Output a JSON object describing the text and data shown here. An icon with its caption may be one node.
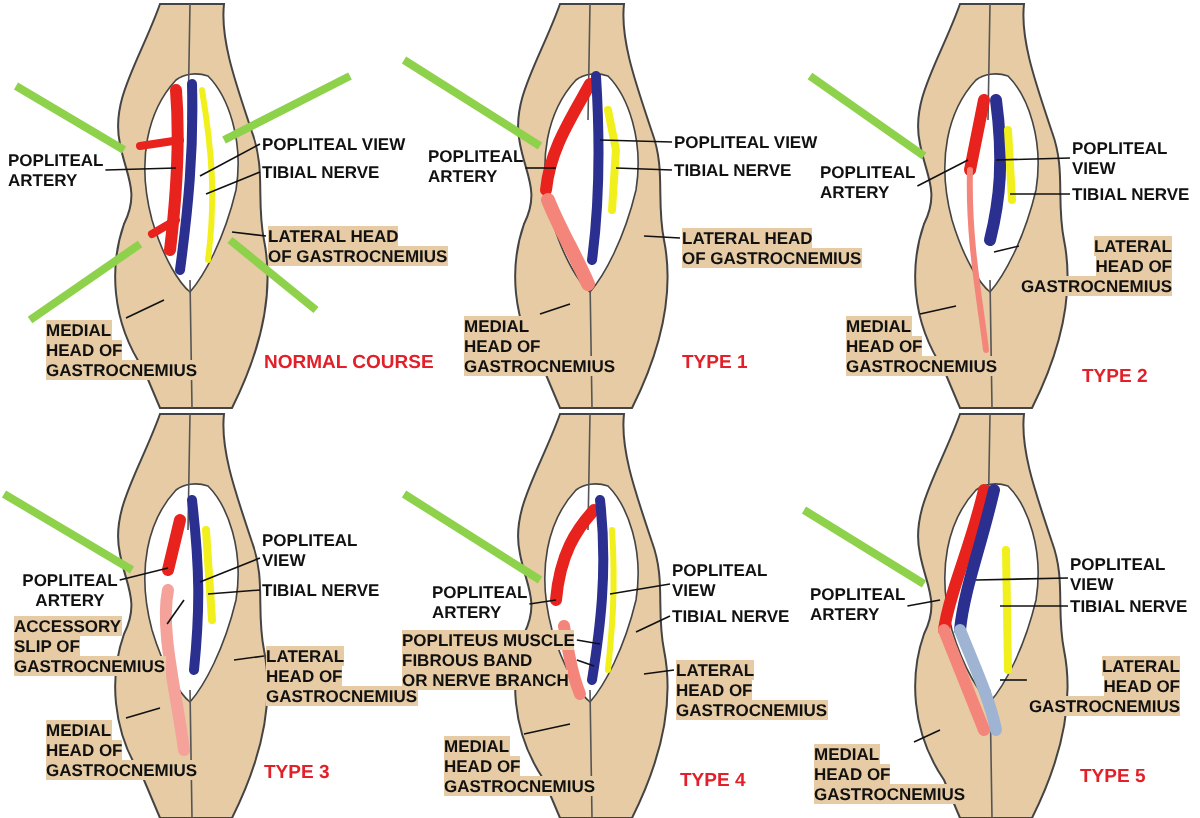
{
  "diagram": {
    "nodes": [
      {
        "text": [
          "POPLITEAL ARTERY"
        ]
      },
      {
        "text": [
          "POPLITEAL VIEW"
        ]
      },
      {
        "text": [
          "TIBIAL NERVE"
        ]
      },
      {
        "text": [
          "LATERAL HEAD OF GASTROCNEMIUS"
        ]
      },
      {
        "text": [
          "MEDIAL HEAD OF GASTROCNEMIUS"
        ]
      },
      {
        "text": [
          "POPLITEAL ARTERY"
        ]
      },
      {
        "text": [
          "POPLITEAL VIEW"
        ]
      },
      {
        "text": [
          "TIBIAL NERVE"
        ]
      },
      {
        "text": [
          "LATERAL HEAD OF GASTROCNEMIUS"
        ]
      },
      {
        "text": [
          "MEDIAL HEAD OF GASTROCNEMIUS"
        ]
      },
      {
        "text": [
          "POPLITEAL ARTERY"
        ]
      },
      {
        "text": [
          "POPLITEAL VIEW"
        ]
      },
      {
        "text": [
          "TIBIAL NERVE"
        ]
      },
      {
        "text": [
          "LATERAL HEAD OF GASTROCNEMIUS"
        ]
      },
      {
        "text": [
          "MEDIAL HEAD OF GASTROCNEMIUS"
        ]
      },
      {
        "text": [
          "POPLITEAL ARTERY"
        ]
      },
      {
        "text": [
          "ACCESSORY SLIP OF GASTROCNEMIUS"
        ]
      },
      {
        "text": [
          "POPLITEAL VIEW"
        ]
      },
      {
        "text": [
          "TIBIAL NERVE"
        ]
      },
      {
        "text": [
          "LATERAL HEAD OF GASTROCNEMIUS"
        ]
      },
      {
        "text": [
          "MEDIAL HEAD OF GASTROCNEMIUS"
        ]
      },
      {
        "text": [
          "POPLITEAL ARTERY"
        ]
      },
      {
        "text": [
          "POPLITEUS MUSCLE FIBROUS BAND OR NERVE BRANCH"
        ]
      },
      {
        "text": [
          "POPLITEAL VIEW"
        ]
      },
      {
        "text": [
          "TIBIAL NERVE"
        ]
      },
      {
        "text": [
          "LATERAL HEAD OF GASTROCNEMIUS"
        ]
      },
      {
        "text": [
          "MEDIAL HEAD OF GASTROCNEMIUS"
        ]
      },
      {
        "text": [
          "POPLITEAL ARTERY"
        ]
      },
      {
        "text": [
          "POPLITEAL VIEW"
        ]
      },
      {
        "text": [
          "TIBIAL NERVE"
        ]
      },
      {
        "text": [
          "LATERAL HEAD OF GASTROCNEMIUS"
        ]
      },
      {
        "text": [
          "MEDIAL HEAD OF GASTROCNEMIUS"
        ]
      }
    ],
    "edges": [
      {
        "from": 0,
        "to": null,
        "arrow": "none"
      },
      {
        "from": 1,
        "to": null,
        "arrow": "none"
      },
      {
        "from": 2,
        "to": null,
        "arrow": "none"
      },
      {
        "from": 3,
        "to": null,
        "arrow": "none"
      },
      {
        "from": 4,
        "to": null,
        "arrow": "none"
      },
      {
        "from": 5,
        "to": null,
        "arrow": "none"
      },
      {
        "from": 6,
        "to": null,
        "arrow": "none"
      },
      {
        "from": 7,
        "to": null,
        "arrow": "none"
      },
      {
        "from": 8,
        "to": null,
        "arrow": "none"
      },
      {
        "from": 9,
        "to": null,
        "arrow": "none"
      },
      {
        "from": 10,
        "to": null,
        "arrow": "none"
      },
      {
        "from": 11,
        "to": null,
        "arrow": "none"
      },
      {
        "from": 12,
        "to": null,
        "arrow": "none"
      },
      {
        "from": 13,
        "to": null,
        "arrow": "none"
      },
      {
        "from": 14,
        "to": null,
        "arrow": "none"
      },
      {
        "from": 15,
        "to": null,
        "arrow": "none"
      },
      {
        "from": 16,
        "to": null,
        "arrow": "none"
      },
      {
        "from": 17,
        "to": null,
        "arrow": "none"
      },
      {
        "from": 18,
        "to": null,
        "arrow": "none"
      },
      {
        "from": 19,
        "to": null,
        "arrow": "none"
      },
      {
        "from": 20,
        "to": null,
        "arrow": "none"
      },
      {
        "from": 21,
        "to": null,
        "arrow": "none"
      },
      {
        "from": 22,
        "to": null,
        "arrow": "none"
      },
      {
        "from": 22,
        "to": null,
        "arrow": "none"
      },
      {
        "from": 23,
        "to": null,
        "arrow": "none"
      },
      {
        "from": 24,
        "to": null,
        "arrow": "none"
      },
      {
        "from": 25,
        "to": null,
        "arrow": "none"
      },
      {
        "from": 26,
        "to": null,
        "arrow": "none"
      },
      {
        "from": 27,
        "to": null,
        "arrow": "none"
      },
      {
        "from": 28,
        "to": null,
        "arrow": "none"
      },
      {
        "from": 29,
        "to": null,
        "arrow": "none"
      },
      {
        "from": 30,
        "to": null,
        "arrow": "none"
      },
      {
        "from": 31,
        "to": null,
        "arrow": "none"
      }
    ],
    "labels": [
      "NORMAL COURSE",
      "TYPE 1",
      "TYPE 2",
      "TYPE 3",
      "TYPE 4",
      "TYPE 5"
    ]
  }
}
